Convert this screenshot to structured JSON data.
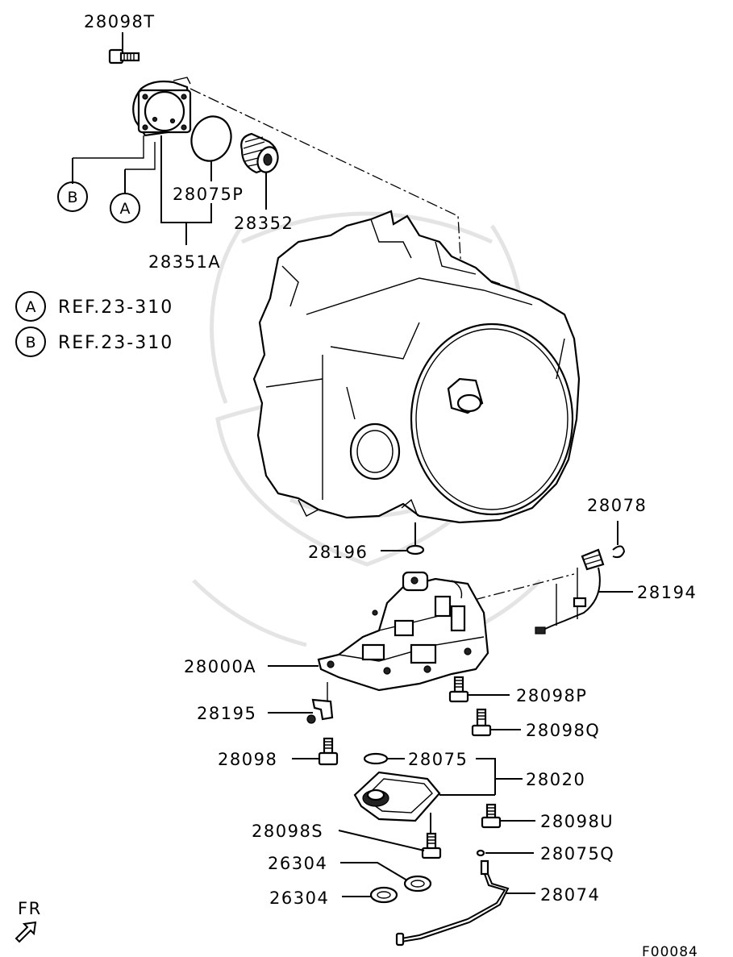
{
  "diagram_id": "F00084",
  "orientation_label": "FR",
  "refs": [
    {
      "mark": "A",
      "text": "REF.23-310"
    },
    {
      "mark": "B",
      "text": "REF.23-310"
    }
  ],
  "callout_marks": {
    "a": "A",
    "b": "B"
  },
  "parts": {
    "p28098T": "28098T",
    "p28075P": "28075P",
    "p28352": "28352",
    "p28351A": "28351A",
    "p28196": "28196",
    "p28078": "28078",
    "p28194": "28194",
    "p28000A": "28000A",
    "p28098P": "28098P",
    "p28195": "28195",
    "p28098Q": "28098Q",
    "p28098": "28098",
    "p28075": "28075",
    "p28020": "28020",
    "p28098U": "28098U",
    "p28098S": "28098S",
    "p28075Q": "28075Q",
    "p26304a": "26304",
    "p26304b": "26304",
    "p28074": "28074"
  }
}
